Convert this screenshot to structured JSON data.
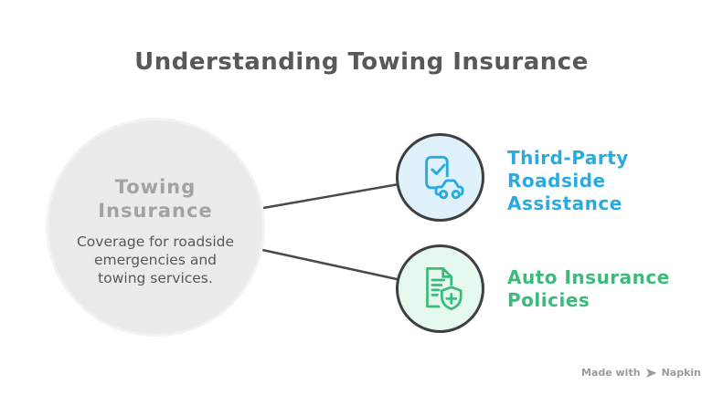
{
  "title": "Understanding Towing Insurance",
  "colors": {
    "text_dark": "#58585A",
    "heading_gray": "#A3A3A3",
    "blue": "#29ABE2",
    "green": "#3CBA7C",
    "main_circle_fill": "#EBEBEB",
    "blue_circle_fill": "#DFF2FB",
    "green_circle_fill": "#E5F9EE",
    "circle_border": "#3F3F3F",
    "connector": "#4A4A4A",
    "footer_gray": "#9B9B9B"
  },
  "main_node": {
    "heading_lines": [
      "Towing",
      "Insurance"
    ],
    "description_lines": [
      "Coverage for roadside",
      "emergencies and",
      "towing services."
    ]
  },
  "branches": [
    {
      "icon": "phone-check-car-icon",
      "label_lines": [
        "Third-Party",
        "Roadside",
        "Assistance"
      ]
    },
    {
      "icon": "document-shield-plus-icon",
      "label_lines": [
        "Auto Insurance",
        "Policies"
      ]
    }
  ],
  "footer": {
    "made_with": "Made with",
    "brand": "Napkin"
  }
}
